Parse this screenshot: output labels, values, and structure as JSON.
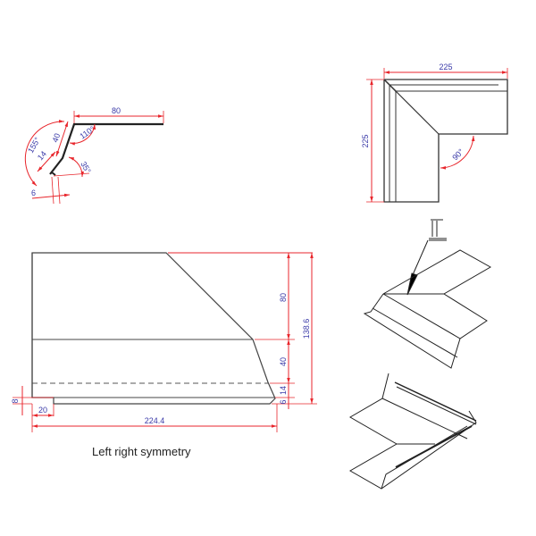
{
  "caption": "Left right symmetry",
  "colors": {
    "outline": "#333333",
    "dimension_line": "#e8262c",
    "dimension_text": "#3a3aa8"
  },
  "profile_section": {
    "dims": {
      "flange_top": "80",
      "slope": "40",
      "step": "14",
      "lip": "6",
      "angle_top": "110°",
      "angle_outer": "155°",
      "angle_lip": "35°"
    }
  },
  "top_view": {
    "dims": {
      "width": "225",
      "height": "225",
      "angle": "90°"
    }
  },
  "flat_pattern": {
    "dims": {
      "upper": "80",
      "middle": "40",
      "step": "14",
      "lip": "6",
      "total_height": "138.6",
      "notch_height": "8",
      "notch_width": "20",
      "total_width": "224.4"
    }
  },
  "iso_views": {
    "views": [
      "isometric-top",
      "isometric-bottom"
    ]
  }
}
